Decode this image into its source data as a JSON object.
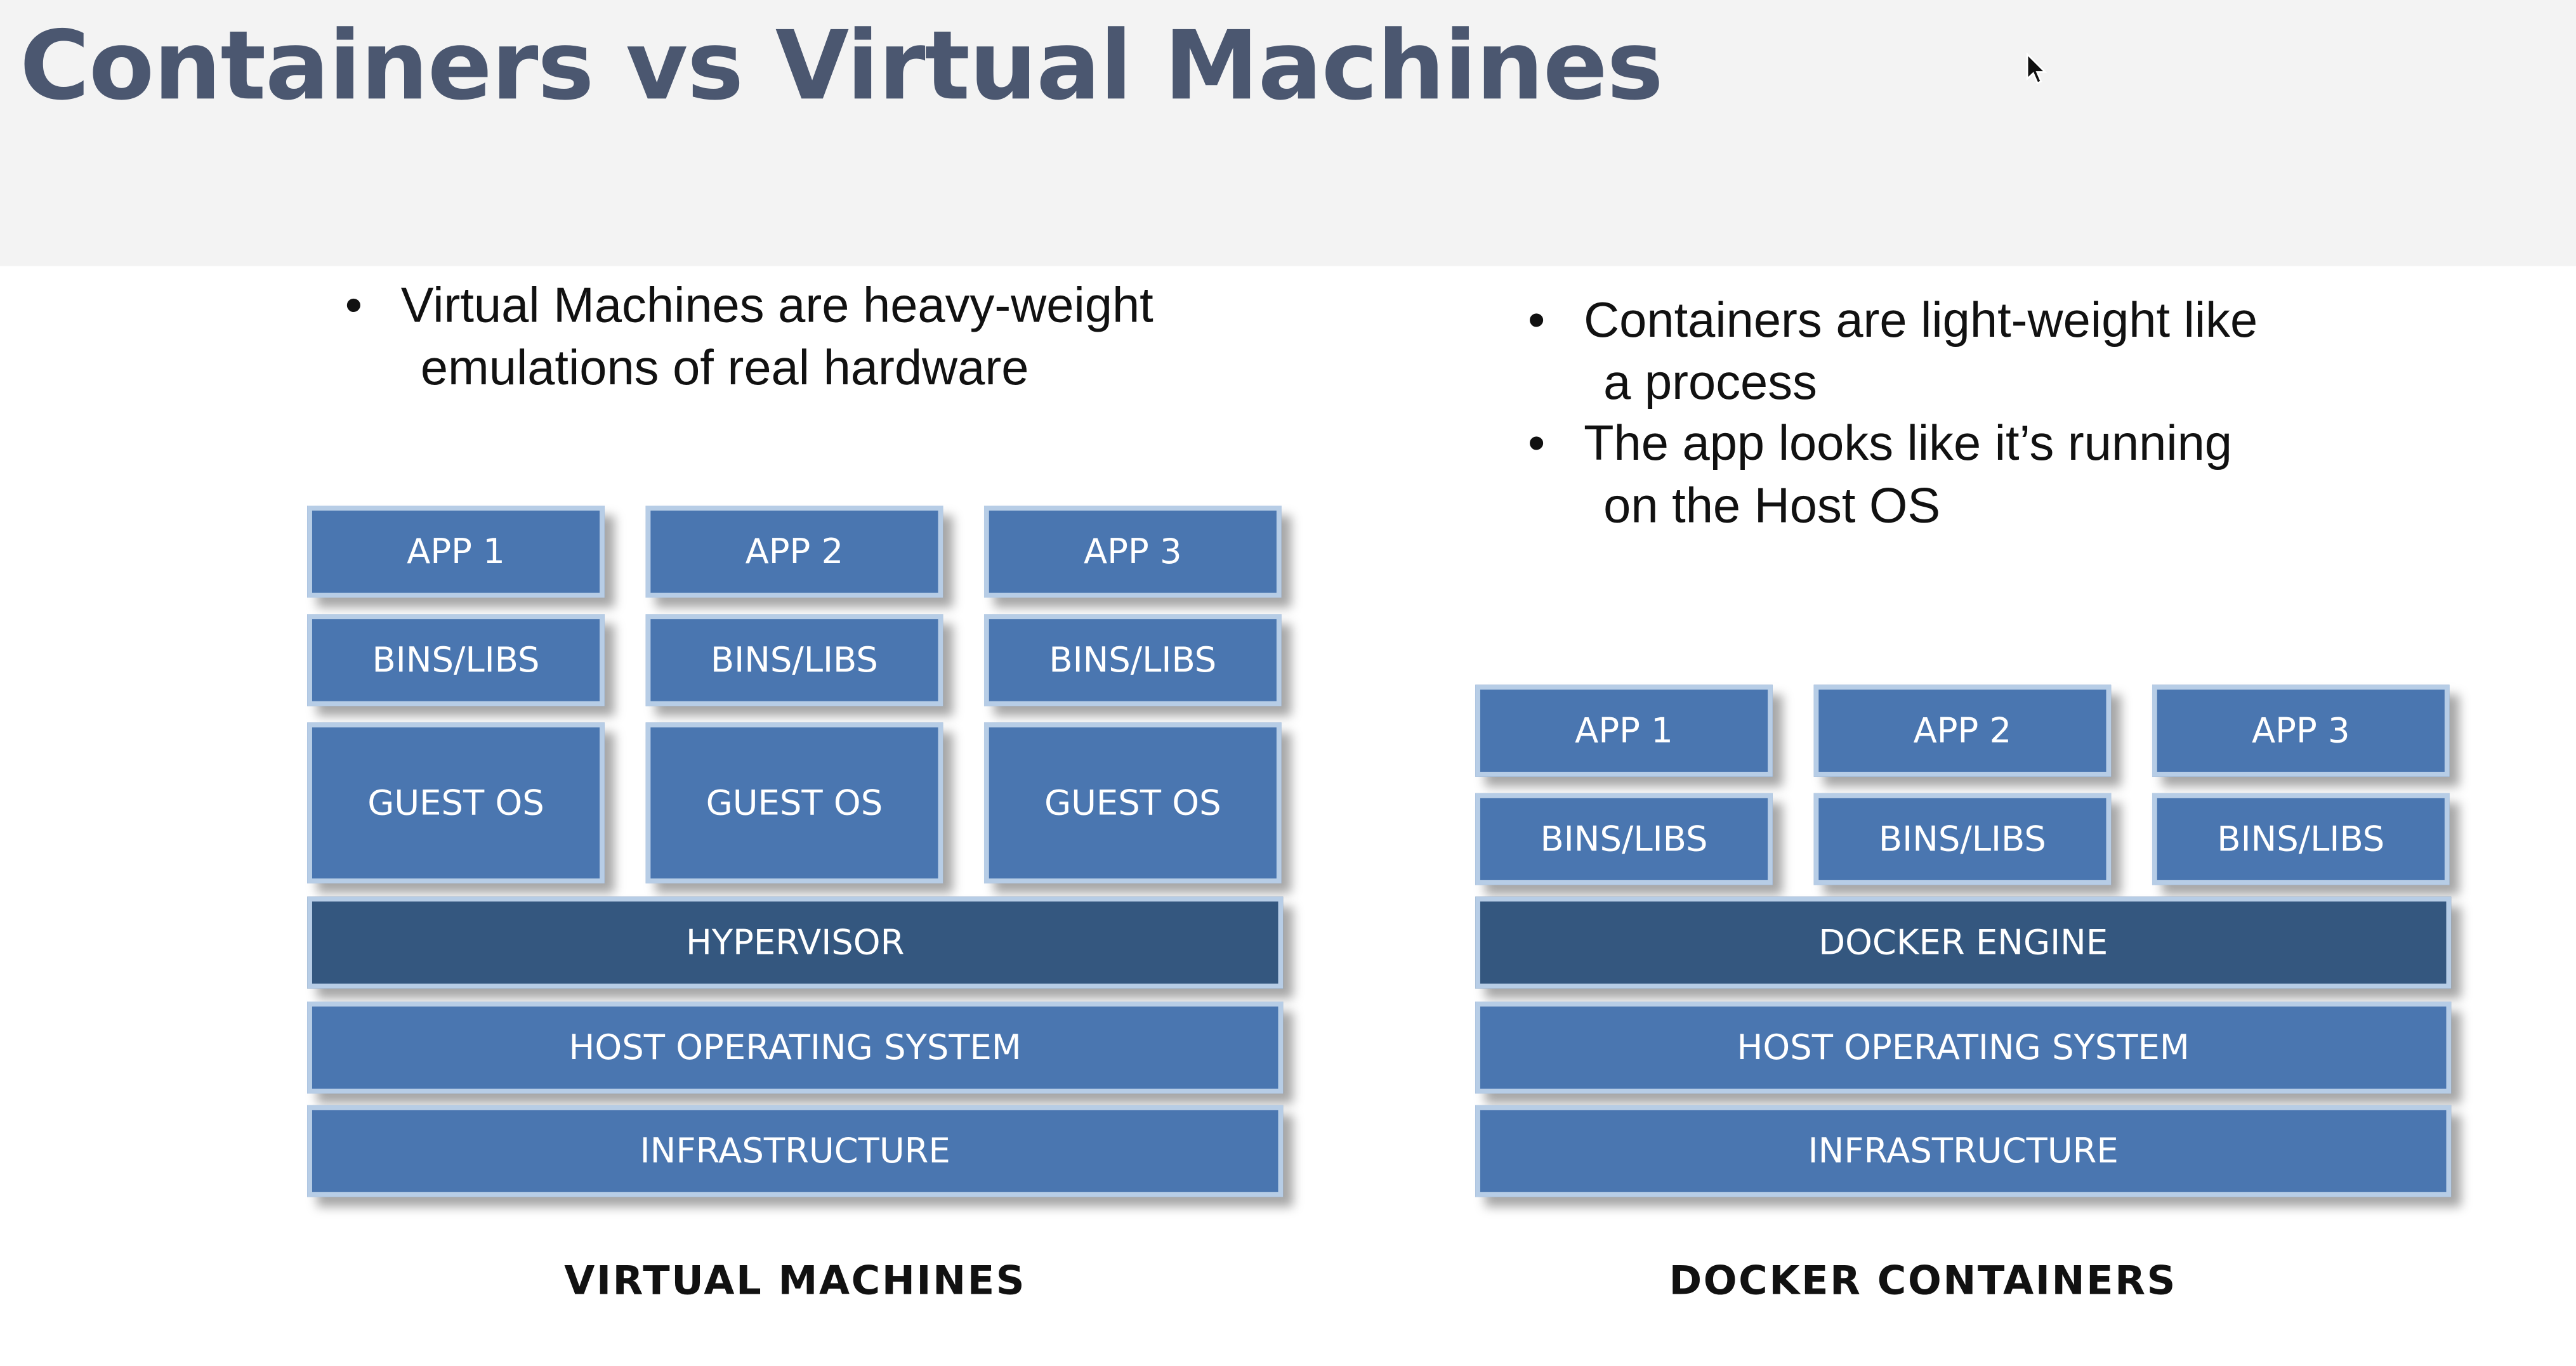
{
  "title": "Containers vs Virtual Machines",
  "vm": {
    "bullets": [
      {
        "line1": "Virtual Machines are heavy-weight",
        "line2": "emulations of real hardware"
      }
    ],
    "columns": [
      {
        "app": "APP 1",
        "bins": "BINS/LIBS",
        "guest": "GUEST OS"
      },
      {
        "app": "APP 2",
        "bins": "BINS/LIBS",
        "guest": "GUEST OS"
      },
      {
        "app": "APP 3",
        "bins": "BINS/LIBS",
        "guest": "GUEST OS"
      }
    ],
    "hypervisor": "HYPERVISOR",
    "host_os": "HOST OPERATING SYSTEM",
    "infrastructure": "INFRASTRUCTURE",
    "caption": "VIRTUAL MACHINES"
  },
  "docker": {
    "bullets": [
      {
        "line1": "Containers are light-weight like",
        "line2": "a process"
      },
      {
        "line1": "The app looks like it’s running",
        "line2": "on the Host OS"
      }
    ],
    "columns": [
      {
        "app": "APP 1",
        "bins": "BINS/LIBS"
      },
      {
        "app": "APP 2",
        "bins": "BINS/LIBS"
      },
      {
        "app": "APP 3",
        "bins": "BINS/LIBS"
      }
    ],
    "engine": "DOCKER ENGINE",
    "host_os": "HOST OPERATING SYSTEM",
    "infrastructure": "INFRASTRUCTURE",
    "caption": "DOCKER CONTAINERS"
  },
  "colors": {
    "block": "#4a76b0",
    "block_dark": "#34577f",
    "block_border": "#b7cde6",
    "title": "#4b5770",
    "title_band": "#f3f3f3"
  },
  "icons": {
    "cursor": "mouse-pointer-icon"
  }
}
